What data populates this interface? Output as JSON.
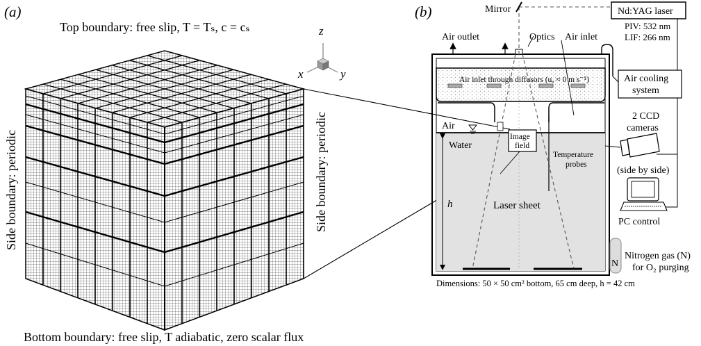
{
  "panel_a": {
    "label": "(a)",
    "top_boundary": "Top boundary: free slip, T = Tₛ, c = cₛ",
    "side_left": "Side boundary: periodic",
    "side_right": "Side boundary: periodic",
    "bottom_boundary": "Bottom boundary: free slip, T adiabatic, zero scalar flux",
    "axis_x": "x",
    "axis_y": "y",
    "axis_z": "z"
  },
  "panel_b": {
    "label": "(b)",
    "mirror": "Mirror",
    "laser_box": "Nd:YAG laser",
    "piv": "PIV: 532 nm",
    "lif": "LIF: 266 nm",
    "air_outlet": "Air outlet",
    "optics": "Optics",
    "air_inlet": "Air inlet",
    "air_cooling_1": "Air cooling",
    "air_cooling_2": "system",
    "diffusors": "Air inlet through diffusors (uₐ ≈ 0 m s⁻¹)",
    "air": "Air",
    "water": "Water",
    "image_field_1": "Image",
    "image_field_2": "field",
    "temp_probes_1": "Temperature",
    "temp_probes_2": "probes",
    "ccd_1": "2 CCD",
    "ccd_2": "cameras",
    "side_by_side": "(side by side)",
    "h": "h",
    "laser_sheet": "Laser sheet",
    "pc_control": "PC control",
    "nitrogen_1": "Nitrogen gas (N)",
    "nitrogen_2": "for O₂ purging",
    "n_letter": "N",
    "dimensions": "Dimensions: 50 × 50 cm² bottom, 65 cm deep, h = 42 cm"
  }
}
